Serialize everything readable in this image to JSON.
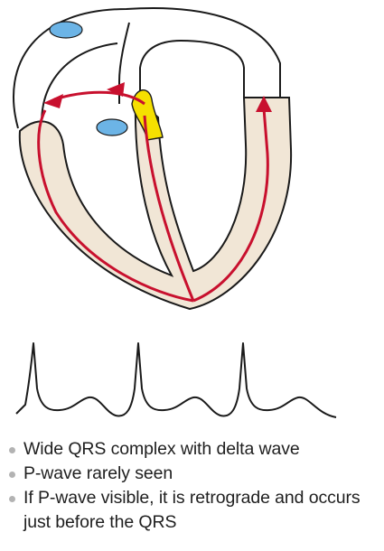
{
  "colors": {
    "outline": "#1a1a1a",
    "chamber_fill": "#f1e6d6",
    "conduction_path": "#c8102e",
    "av_node": "#f5e000",
    "sa_node": "#6cb4e6",
    "bullet_dot": "#b3b3b3",
    "text": "#1f1f1f"
  },
  "bullets": [
    {
      "text": "Wide QRS complex with delta wave"
    },
    {
      "text": "P-wave rarely seen"
    },
    {
      "text": "If P-wave visible, it is retrograde and occurs just before the QRS"
    }
  ]
}
